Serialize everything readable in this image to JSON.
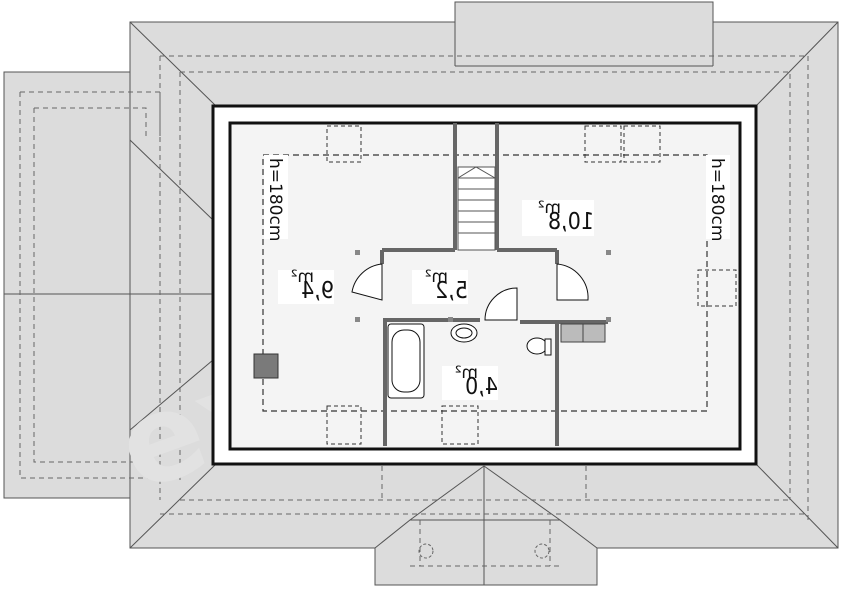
{
  "watermark": "extradom",
  "rooms": [
    {
      "id": "left",
      "area": "9,4",
      "unit": "m²"
    },
    {
      "id": "hall",
      "area": "5,2",
      "unit": "m²"
    },
    {
      "id": "right",
      "area": "10,8",
      "unit": "m²"
    },
    {
      "id": "bath",
      "area": "4,0",
      "unit": "m²"
    }
  ],
  "height_labels": {
    "left": "h=180cm",
    "right": "h=180cm"
  },
  "colors": {
    "roof": "#dcdcdc",
    "roof_line": "#555555",
    "floor": "#f4f4f4",
    "wall": "#111111",
    "partition": "#666666",
    "chimney": "#7a7a7a"
  }
}
